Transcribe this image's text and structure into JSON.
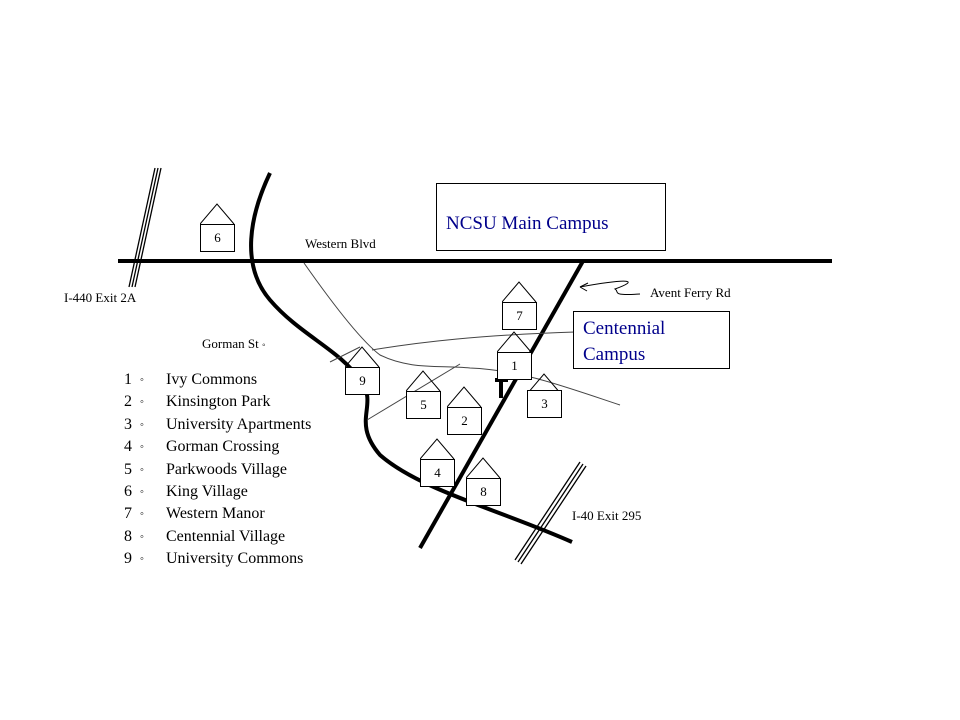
{
  "roads": {
    "western_blvd": "Western Blvd",
    "avent_ferry_rd": "Avent Ferry Rd",
    "gorman_st": "Gorman St",
    "gorman_st_bullet": "◦",
    "i440_exit": "I-440 Exit 2A",
    "i40_exit": "I-40 Exit 295"
  },
  "campuses": {
    "main": "NCSU Main Campus",
    "centennial_line1": "Centennial",
    "centennial_line2": "Campus"
  },
  "houses": [
    {
      "number": "1"
    },
    {
      "number": "2"
    },
    {
      "number": "3"
    },
    {
      "number": "4"
    },
    {
      "number": "5"
    },
    {
      "number": "6"
    },
    {
      "number": "7"
    },
    {
      "number": "8"
    },
    {
      "number": "9"
    }
  ],
  "legend": {
    "bullet": "◦",
    "items": [
      {
        "number": "1",
        "name": "Ivy Commons"
      },
      {
        "number": "2",
        "name": "Kinsington Park"
      },
      {
        "number": "3",
        "name": "University Apartments"
      },
      {
        "number": "4",
        "name": "Gorman Crossing"
      },
      {
        "number": "5",
        "name": "Parkwoods Village"
      },
      {
        "number": "6",
        "name": "King Village"
      },
      {
        "number": "7",
        "name": "Western Manor"
      },
      {
        "number": "8",
        "name": "Centennial Village"
      },
      {
        "number": "9",
        "name": "University Commons"
      }
    ]
  },
  "colors": {
    "campus_text": "#00008b",
    "road": "#000000",
    "minor_road": "#444444"
  }
}
